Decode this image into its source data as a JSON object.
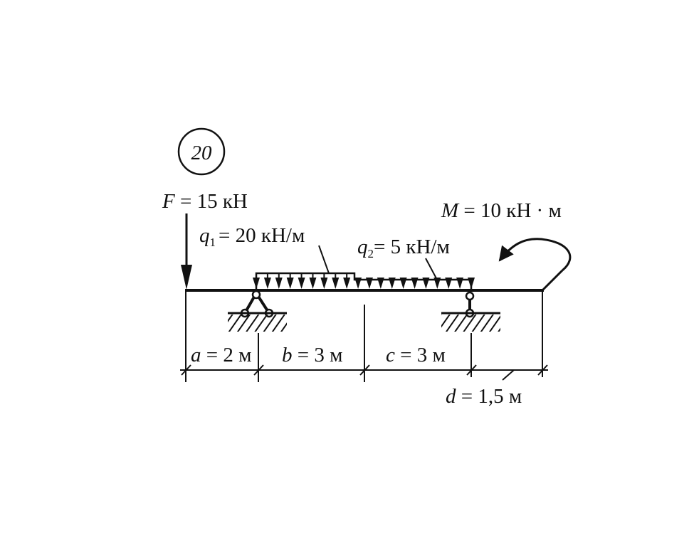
{
  "problem_number": "20",
  "force": {
    "symbol": "F",
    "value": "= 15 кН"
  },
  "moment": {
    "symbol": "M",
    "value": "= 10 кН · м"
  },
  "q1": {
    "symbol": "q",
    "sub": "1",
    "value": "= 20 кН/м"
  },
  "q2": {
    "symbol": "q",
    "sub": "2",
    "value": "= 5 кН/м"
  },
  "dimensions": {
    "a": {
      "symbol": "a",
      "value": "= 2 м"
    },
    "b": {
      "symbol": "b",
      "value": "= 3 м"
    },
    "c": {
      "symbol": "c",
      "value": "= 3 м"
    },
    "d": {
      "symbol": "d",
      "value": "= 1,5 м"
    }
  },
  "colors": {
    "ink": "#111111",
    "background": "#ffffff"
  }
}
